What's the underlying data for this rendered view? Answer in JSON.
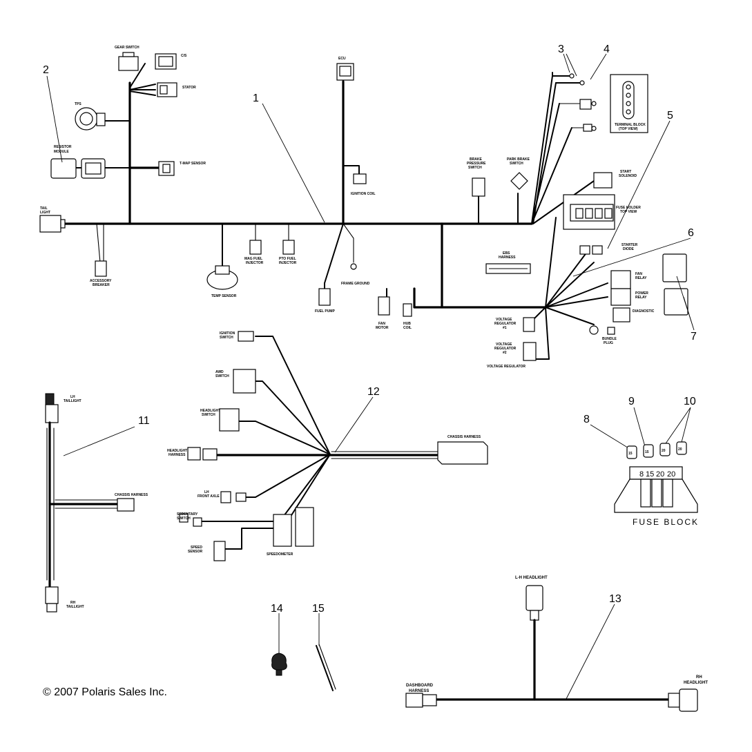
{
  "callouts": [
    "1",
    "2",
    "3",
    "4",
    "5",
    "6",
    "7",
    "8",
    "9",
    "10",
    "11",
    "12",
    "13",
    "14",
    "15"
  ],
  "labels": {
    "gear_switch": "GEAR SWITCH",
    "c_s": "C/S",
    "stator": "STATOR",
    "tps": "TPS",
    "resistor_module_1": "RESISTOR",
    "resistor_module_2": "MODULE",
    "tmap_sensor": "T-MAP SENSOR",
    "tail_light_1": "TAIL",
    "tail_light_2": "LIGHT",
    "accessory_1": "ACCESSORY",
    "accessory_2": "BREAKER",
    "temp_sensor": "TEMP SENSOR",
    "mag_fuel_1": "MAG FUEL",
    "mag_fuel_2": "INJECTOR",
    "pto_fuel_1": "PTO FUEL",
    "pto_fuel_2": "INJECTOR",
    "ecu": "ECU",
    "ignition_coil": "IGNITION COIL",
    "frame_ground": "FRAME GROUND",
    "fuel_pump": "FUEL PUMP",
    "fan_motor_1": "FAN",
    "fan_motor_2": "MOTOR",
    "hub_coil_1": "HUB",
    "hub_coil_2": "COIL",
    "brake_1": "BRAKE",
    "brake_2": "PRESSURE",
    "brake_3": "SWITCH",
    "park_brake_1": "PARK BRAKE",
    "park_brake_2": "SWITCH",
    "start_solenoid_1": "START",
    "start_solenoid_2": "SOLENOID",
    "terminal_block_1": "TERMINAL BLOCK",
    "terminal_block_2": "(TOP VIEW)",
    "fuse_holder_1": "FUSE HOLDER",
    "fuse_holder_2": "TOP VIEW",
    "starter_diode_1": "STARTER",
    "starter_diode_2": "DIODE",
    "ebs_harness_1": "EBS",
    "ebs_harness_2": "HARNESS",
    "fan_relay_1": "FAN",
    "fan_relay_2": "RELAY",
    "power_relay_1": "POWER",
    "power_relay_2": "RELAY",
    "diagnostic": "DIAGNOSTIC",
    "voltage_reg1_1": "VOLTAGE",
    "voltage_reg1_2": "REGULATOR",
    "voltage_reg1_3": "#1",
    "voltage_reg2_1": "VOLTAGE",
    "voltage_reg2_2": "REGULATOR",
    "voltage_reg2_3": "#2",
    "voltage_reg_bottom": "VOLTAGE REGULATOR",
    "bundle_plug_1": "BUNDLE",
    "bundle_plug_2": "PLUG",
    "fuse_block": "FUSE BLOCK",
    "lh_taillight_1": "LH",
    "lh_taillight_2": "TAILLIGHT",
    "rh_taillight_1": "RH",
    "rh_taillight_2": "TAILLIGHT",
    "chassis_harness": "CHASSIS HARNESS",
    "ignition_switch_1": "IGNITION",
    "ignition_switch_2": "SWITCH",
    "awd_switch_1": "AWD",
    "awd_switch_2": "SWITCH",
    "headlight_switch_1": "HEADLIGHT",
    "headlight_switch_2": "SWITCH",
    "headlight_harness_1": "HEADLIGHT",
    "headlight_harness_2": "HARNESS",
    "front_axle_1": "LH",
    "front_axle_2": "FRONT AXLE",
    "sedentary_1": "SEDENTARY",
    "sedentary_2": "SWITCH",
    "speed_1": "SPEED",
    "speed_2": "SENSOR",
    "speedometer": "SPEEDOMETER",
    "chassis_harness_2": "CHASSIS HARNESS",
    "l_headlight": "L-H HEADLIGHT",
    "dashboard_1": "DASHBOARD",
    "dashboard_2": "HARNESS",
    "rh_headlight_1": "RH",
    "rh_headlight_2": "HEADLIGHT"
  },
  "fuses": [
    "15",
    "15",
    "20",
    "20"
  ],
  "fuse_block_values": [
    "8",
    "15",
    "20",
    "20"
  ],
  "copyright": "© 2007 Polaris Sales Inc."
}
